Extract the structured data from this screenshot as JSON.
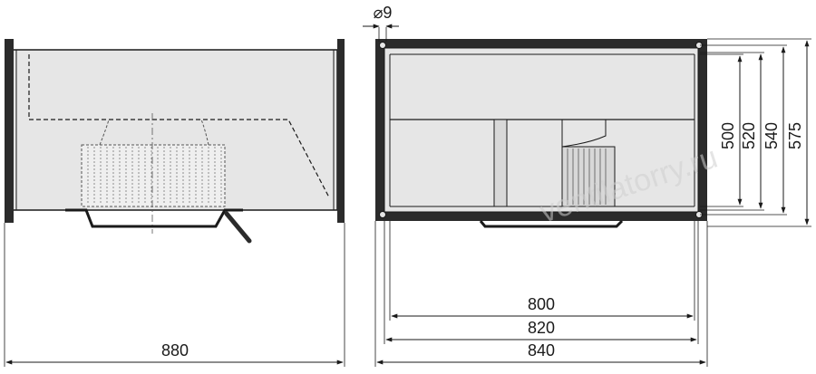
{
  "drawing": {
    "left_view": {
      "overall_length_label": "880"
    },
    "right_view": {
      "hole_diameter_label": "⌀9",
      "width_dims": [
        "800",
        "820",
        "840"
      ],
      "height_dims": [
        "500",
        "520",
        "540",
        "575"
      ]
    },
    "watermark": "ventilatorry.ru",
    "colors": {
      "body_fill": "#e6e6e6",
      "line": "#1a1a1a",
      "flange": "#2b2b2b"
    }
  }
}
